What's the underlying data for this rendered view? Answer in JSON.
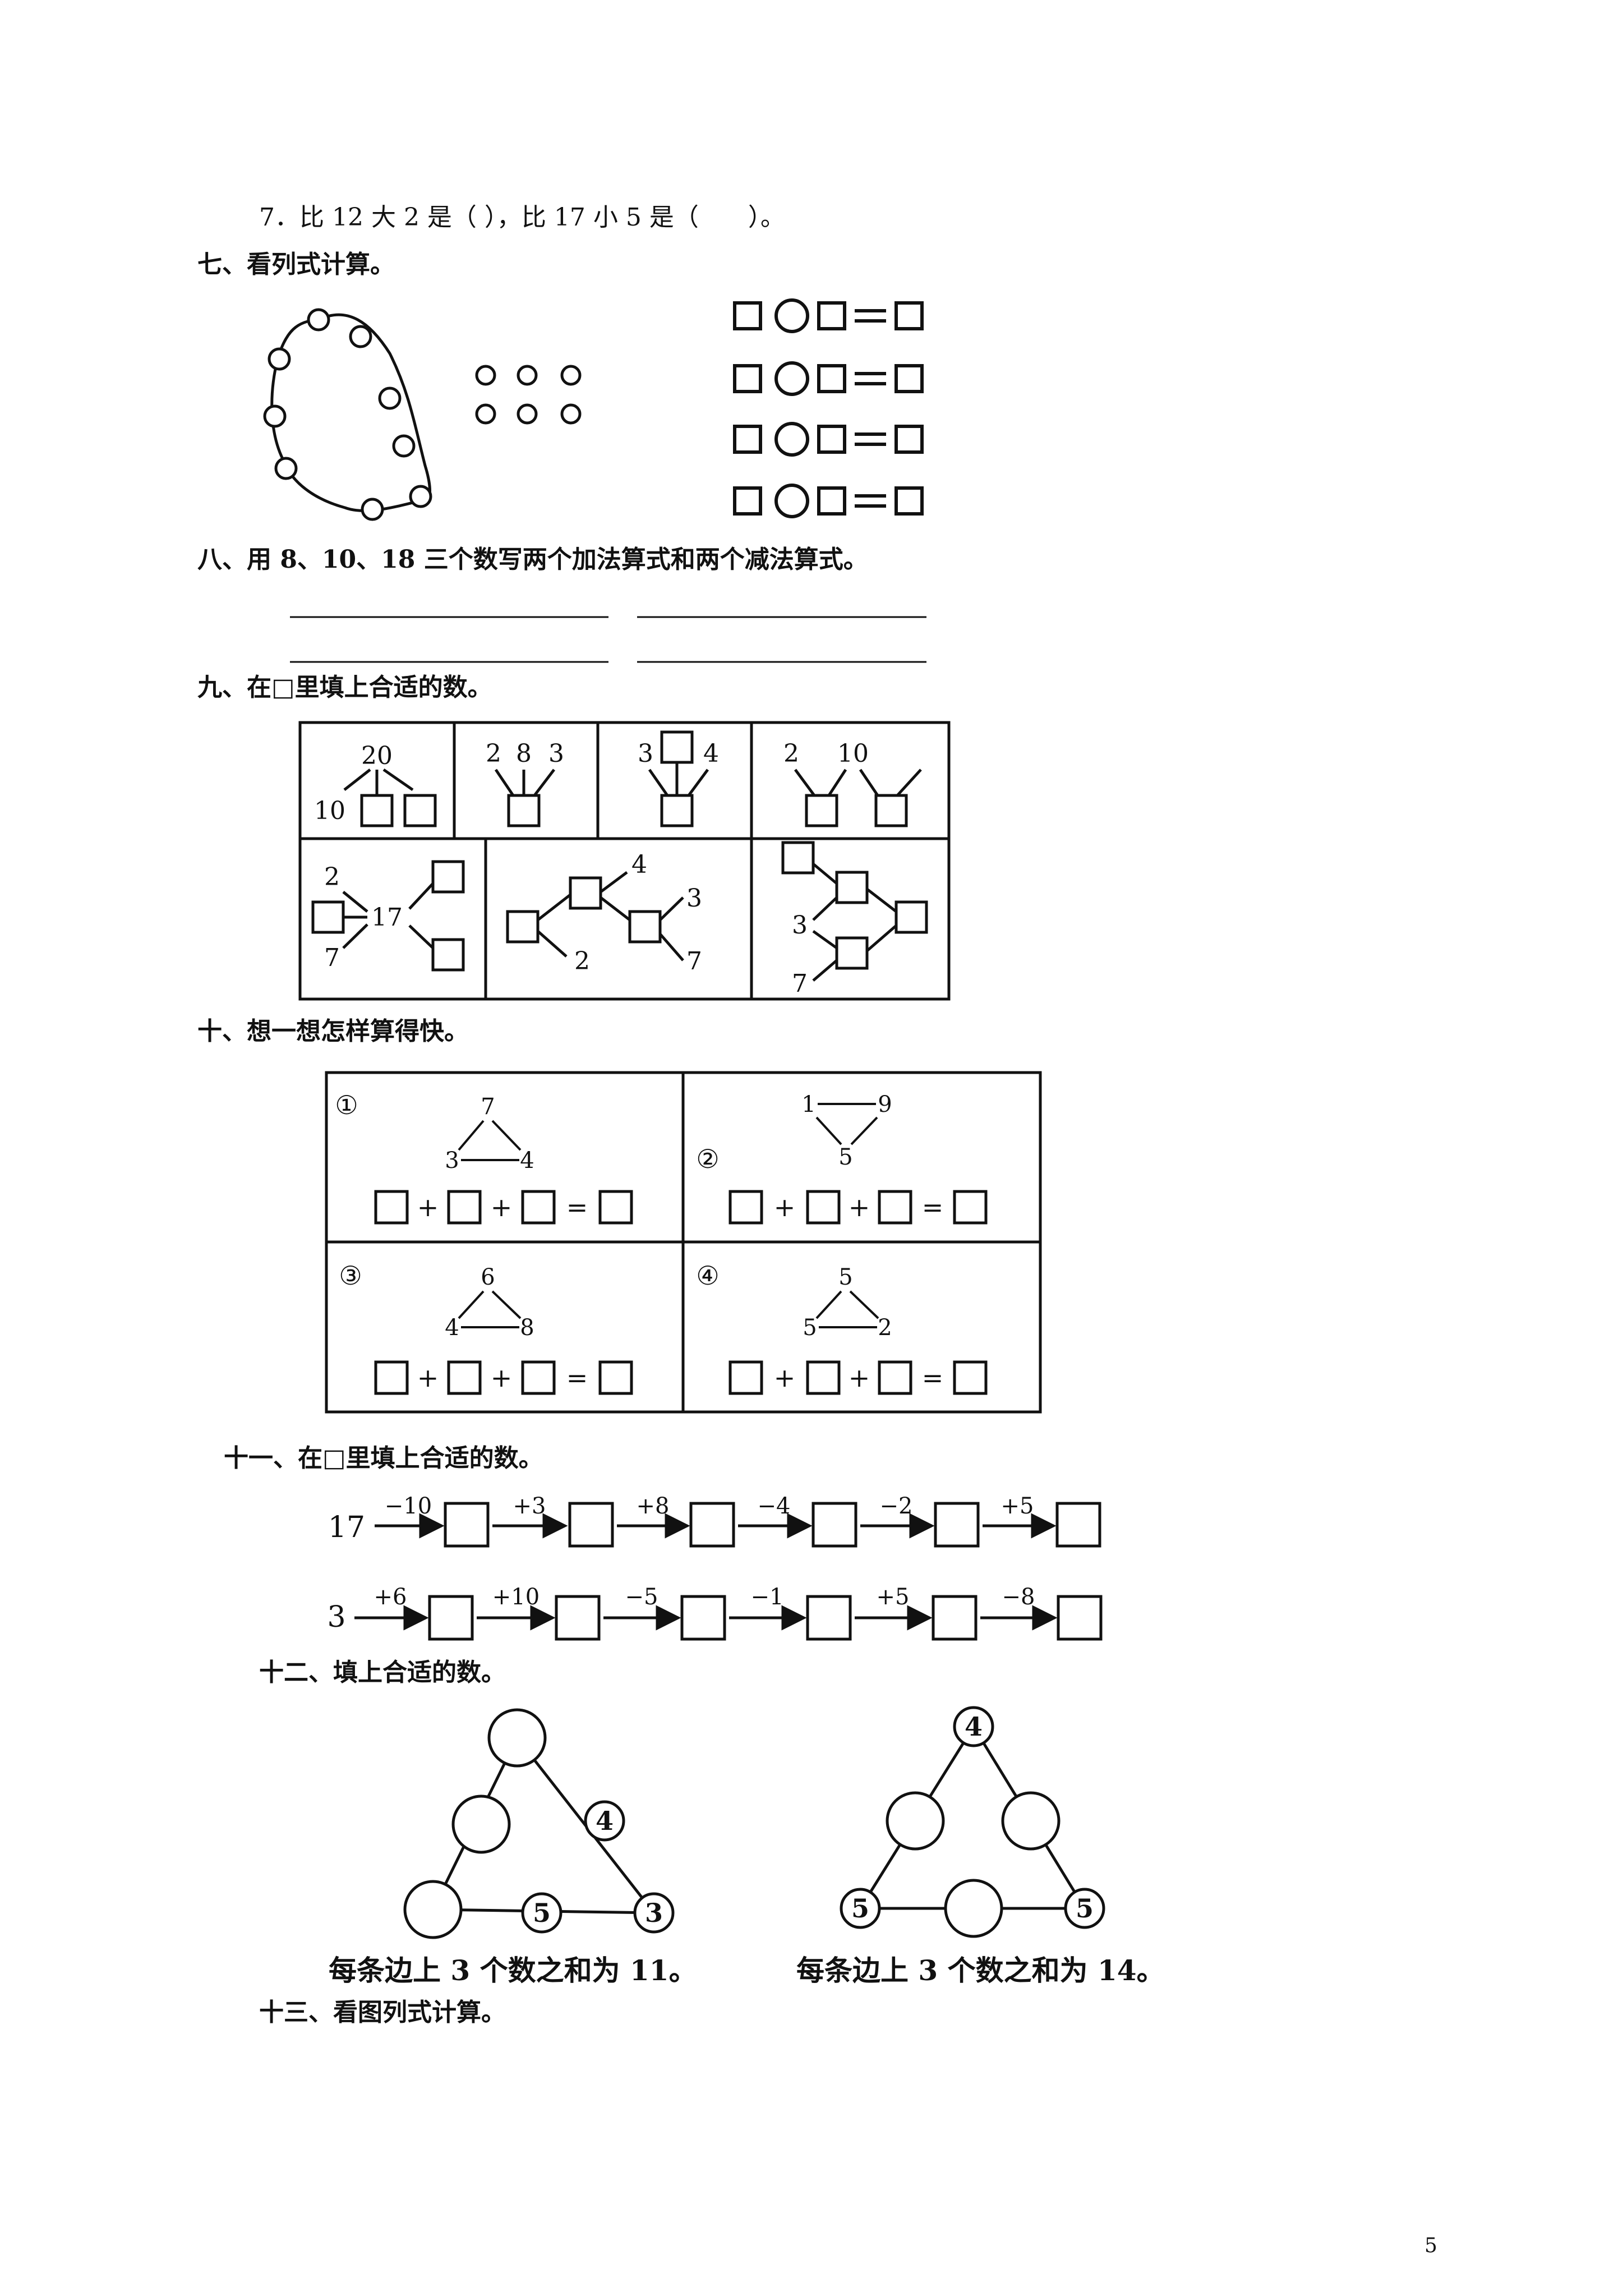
{
  "q7": {
    "line": "7．比 12 大 2 是（ ），比 17 小 5 是（　　）。"
  },
  "s7": {
    "title": "七、看列式计算。"
  },
  "s8": {
    "title": "八、用 8、10、18 三个数写两个加法算式和两个减法算式。"
  },
  "s9": {
    "title": "九、在□里填上合适的数。",
    "c1": {
      "top": "20",
      "left": "10"
    },
    "c2": {
      "a": "2",
      "b": "8",
      "c": "3"
    },
    "c3": {
      "a": "3",
      "b": "4"
    },
    "c4": {
      "a": "2",
      "b": "10"
    },
    "c5": {
      "a": "2",
      "center": "17",
      "b": "7"
    },
    "c6": {
      "a": "4",
      "b": "3",
      "c": "2",
      "d": "7"
    },
    "c7": {
      "a": "3",
      "b": "7"
    }
  },
  "s10": {
    "title": "十、想一想怎样算得快。",
    "cells": [
      {
        "mark": "①",
        "top": "7",
        "left": "3",
        "right": "4"
      },
      {
        "mark": "②",
        "left": "1",
        "right": "9",
        "bottom": "5"
      },
      {
        "mark": "③",
        "top": "6",
        "left": "4",
        "right": "8"
      },
      {
        "mark": "④",
        "top": "5",
        "left": "5",
        "right": "2"
      }
    ],
    "plus": "+",
    "equals": "="
  },
  "s11": {
    "title": "十一、在□里填上合适的数。",
    "row1": {
      "start": "17",
      "ops": [
        "−10",
        "+3",
        "+8",
        "−4",
        "−2",
        "+5"
      ]
    },
    "row2": {
      "start": "3",
      "ops": [
        "+6",
        "+10",
        "−5",
        "−1",
        "+5",
        "−8"
      ]
    }
  },
  "s12": {
    "title": "十二、填上合适的数。",
    "left": {
      "n1": "4",
      "n2": "5",
      "n3": "3",
      "caption": "每条边上 3 个数之和为 11。"
    },
    "right": {
      "n1": "4",
      "n2": "5",
      "n3": "5",
      "caption": "每条边上 3 个数之和为 14。"
    }
  },
  "s13": {
    "title": "十三、看图列式计算。"
  },
  "page": {
    "number": "5"
  }
}
